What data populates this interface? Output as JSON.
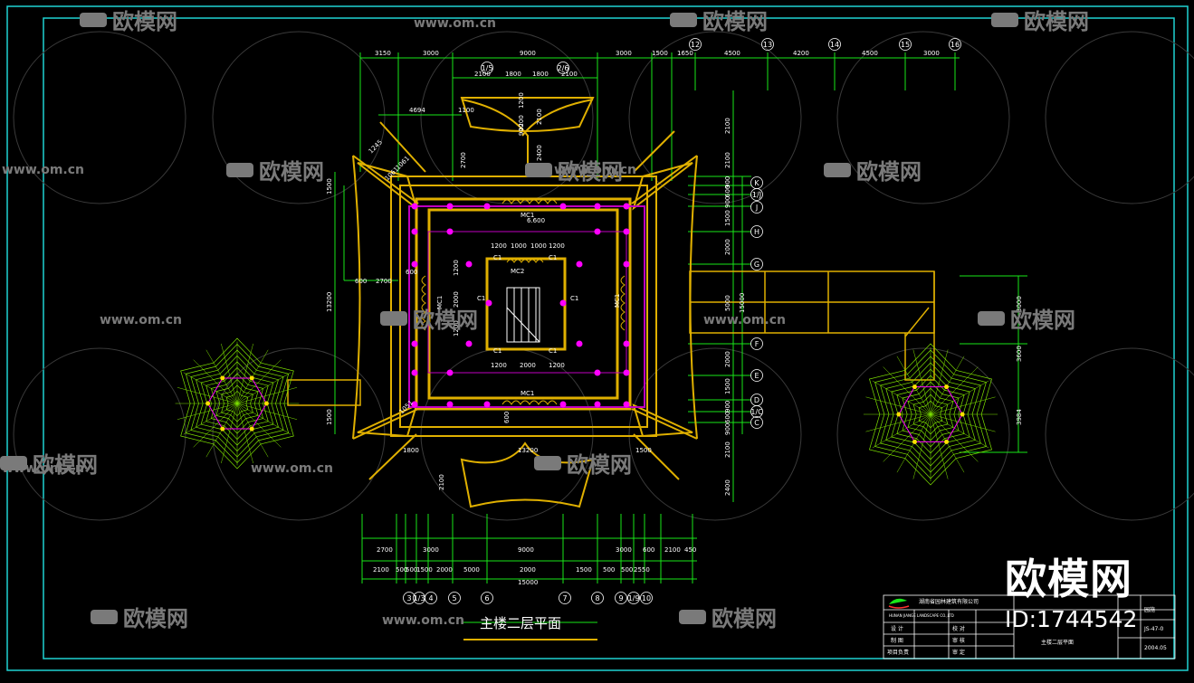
{
  "drawing": {
    "title": "主楼二层平面",
    "room_labels": [
      "MC1",
      "MC2",
      "MC1",
      "MC1",
      "MC1",
      "C1",
      "C1",
      "C1",
      "C1",
      "C1",
      "C1"
    ],
    "level_mark": "6.600"
  },
  "watermark": {
    "brand_text": "欧模网",
    "url_text": "www.om.cn",
    "id_text": "ID:1744542"
  },
  "dims": {
    "top_row1": [
      "3150",
      "3000",
      "9000",
      "3000",
      "1500",
      "1650"
    ],
    "top_row2": [
      "2100",
      "1800",
      "1800",
      "2100"
    ],
    "top_right": [
      "4500",
      "4200",
      "4500",
      "3000"
    ],
    "top_misc": [
      "4694",
      "1100",
      "1200",
      "1200",
      "2100",
      "900",
      "2700",
      "2400"
    ],
    "right_col": [
      "2100",
      "2100",
      "900",
      "600",
      "900",
      "1500",
      "2000",
      "5000",
      "2000",
      "1500",
      "900",
      "600",
      "900",
      "2100",
      "2400"
    ],
    "right_total": "15000",
    "left_col": [
      "1500",
      "13200",
      "2700",
      "1500"
    ],
    "inner_top": [
      "1200",
      "1000",
      "1000",
      "1200"
    ],
    "inner_bottom": [
      "1200",
      "2000",
      "1200"
    ],
    "inner_side": [
      "1200",
      "2000",
      "1200",
      "600",
      "600"
    ],
    "bottom_row1": [
      "2700",
      "3000",
      "9000",
      "3000",
      "600",
      "2100",
      "450"
    ],
    "bottom_row2": [
      "2100",
      "500",
      "500",
      "1500",
      "2000",
      "5000",
      "2000",
      "1500",
      "500",
      "500",
      "2550"
    ],
    "bottom_total": "15000",
    "bottom_misc": [
      "1800",
      "13200",
      "1500",
      "2100",
      "600"
    ],
    "pavilion_right": [
      "3000",
      "3600",
      "3984"
    ],
    "corner_dims": [
      "1245",
      "1061",
      "1061",
      "1051"
    ]
  },
  "axes": {
    "top": [
      "12",
      "13",
      "14",
      "15",
      "16"
    ],
    "top_inner": [
      "1/5",
      "2/6"
    ],
    "right": [
      "K",
      "1/J",
      "J",
      "H",
      "G",
      "F",
      "E",
      "D",
      "1/C",
      "C"
    ],
    "bottom": [
      "3",
      "1/3",
      "4",
      "5",
      "6",
      "7",
      "8",
      "9",
      "1/9",
      "10"
    ]
  },
  "title_block": {
    "company": "湖南省园林建筑有限公司",
    "company_en": "HUNAN JIANGE LANDSCAPE CO.,LTD",
    "rows": [
      "设 计",
      "制 图",
      "项目负责"
    ],
    "checks": [
      "校 对",
      "审 核",
      "审 定"
    ],
    "drawing_name": "主楼二层平面",
    "right_labels": [
      "园施",
      "JS-47-0",
      "2004.05"
    ]
  },
  "colors": {
    "frame": "#1fd3d3",
    "wall": "#e0b000",
    "dim": "#19e619",
    "column": "#ff00ff",
    "roof_green": "#7de000",
    "label": "#ffffff"
  }
}
